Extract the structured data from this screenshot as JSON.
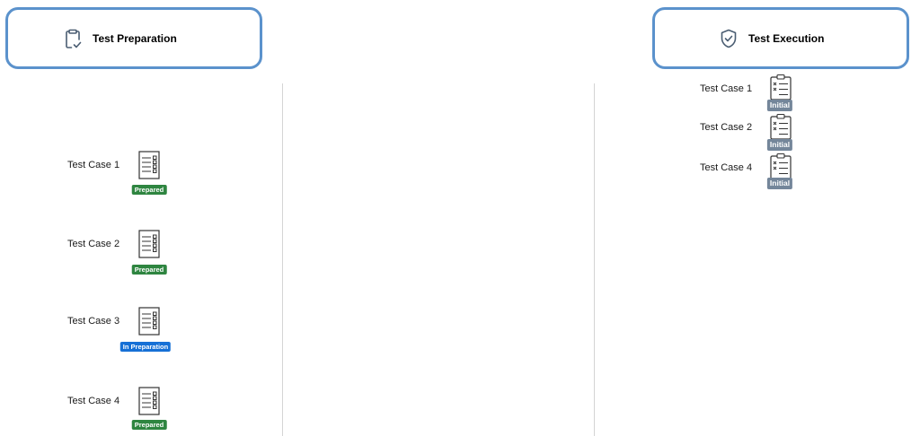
{
  "stages": {
    "preparation": {
      "label": "Test Preparation",
      "icon": "clipboard-check-icon"
    },
    "execution": {
      "label": "Test Execution",
      "icon": "shield-check-icon"
    }
  },
  "preparation_cases": [
    {
      "label": "Test Case 1",
      "status": "Prepared",
      "icon": "checklist-document-icon"
    },
    {
      "label": "Test Case 2",
      "status": "Prepared",
      "icon": "checklist-document-icon"
    },
    {
      "label": "Test Case 3",
      "status": "In Preparation",
      "icon": "checklist-document-icon"
    },
    {
      "label": "Test Case 4",
      "status": "Prepared",
      "icon": "checklist-document-icon"
    }
  ],
  "execution_cases": [
    {
      "label": "Test Case 1",
      "status": "Initial",
      "icon": "clipboard-checklist-icon"
    },
    {
      "label": "Test Case 2",
      "status": "Initial",
      "icon": "clipboard-checklist-icon"
    },
    {
      "label": "Test Case 4",
      "status": "Initial",
      "icon": "clipboard-checklist-icon"
    }
  ],
  "colors": {
    "stage_border": "#5b92cc",
    "prepared": "#2e8540",
    "in_preparation": "#1670d6",
    "initial": "#74869a",
    "divider": "#d4d4d4"
  }
}
